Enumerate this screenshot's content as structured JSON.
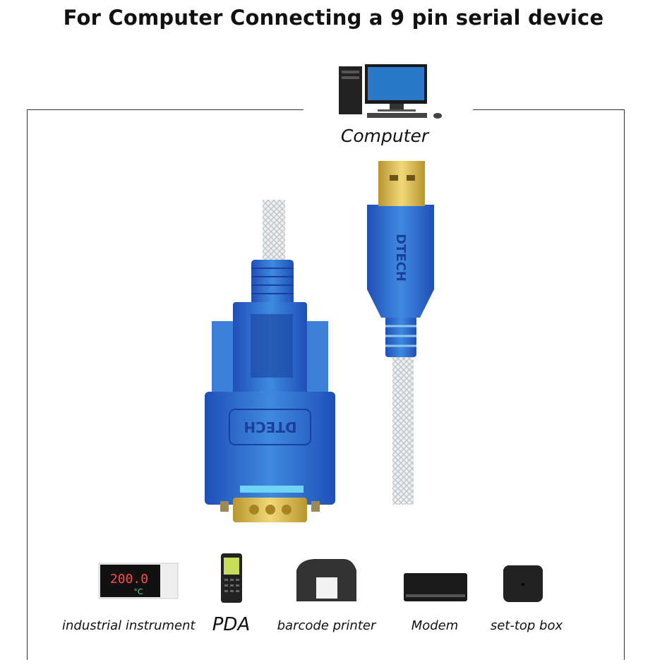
{
  "title": "For Computer Connecting a 9 pin serial device",
  "computer_label": "Computer",
  "brand": "DTECH",
  "devices": [
    {
      "label": "industrial instrument",
      "icon": "industrial-instrument-icon",
      "display": "200.0",
      "unit": "°C"
    },
    {
      "label": "PDA",
      "icon": "pda-icon"
    },
    {
      "label": "barcode printer",
      "icon": "barcode-printer-icon"
    },
    {
      "label": "Modem",
      "icon": "modem-icon"
    },
    {
      "label": "set-top box",
      "icon": "set-top-box-icon"
    }
  ],
  "colors": {
    "connector_blue": "#2f6fd0",
    "gold": "#d8b64a",
    "cable": "#e6e8ea"
  }
}
